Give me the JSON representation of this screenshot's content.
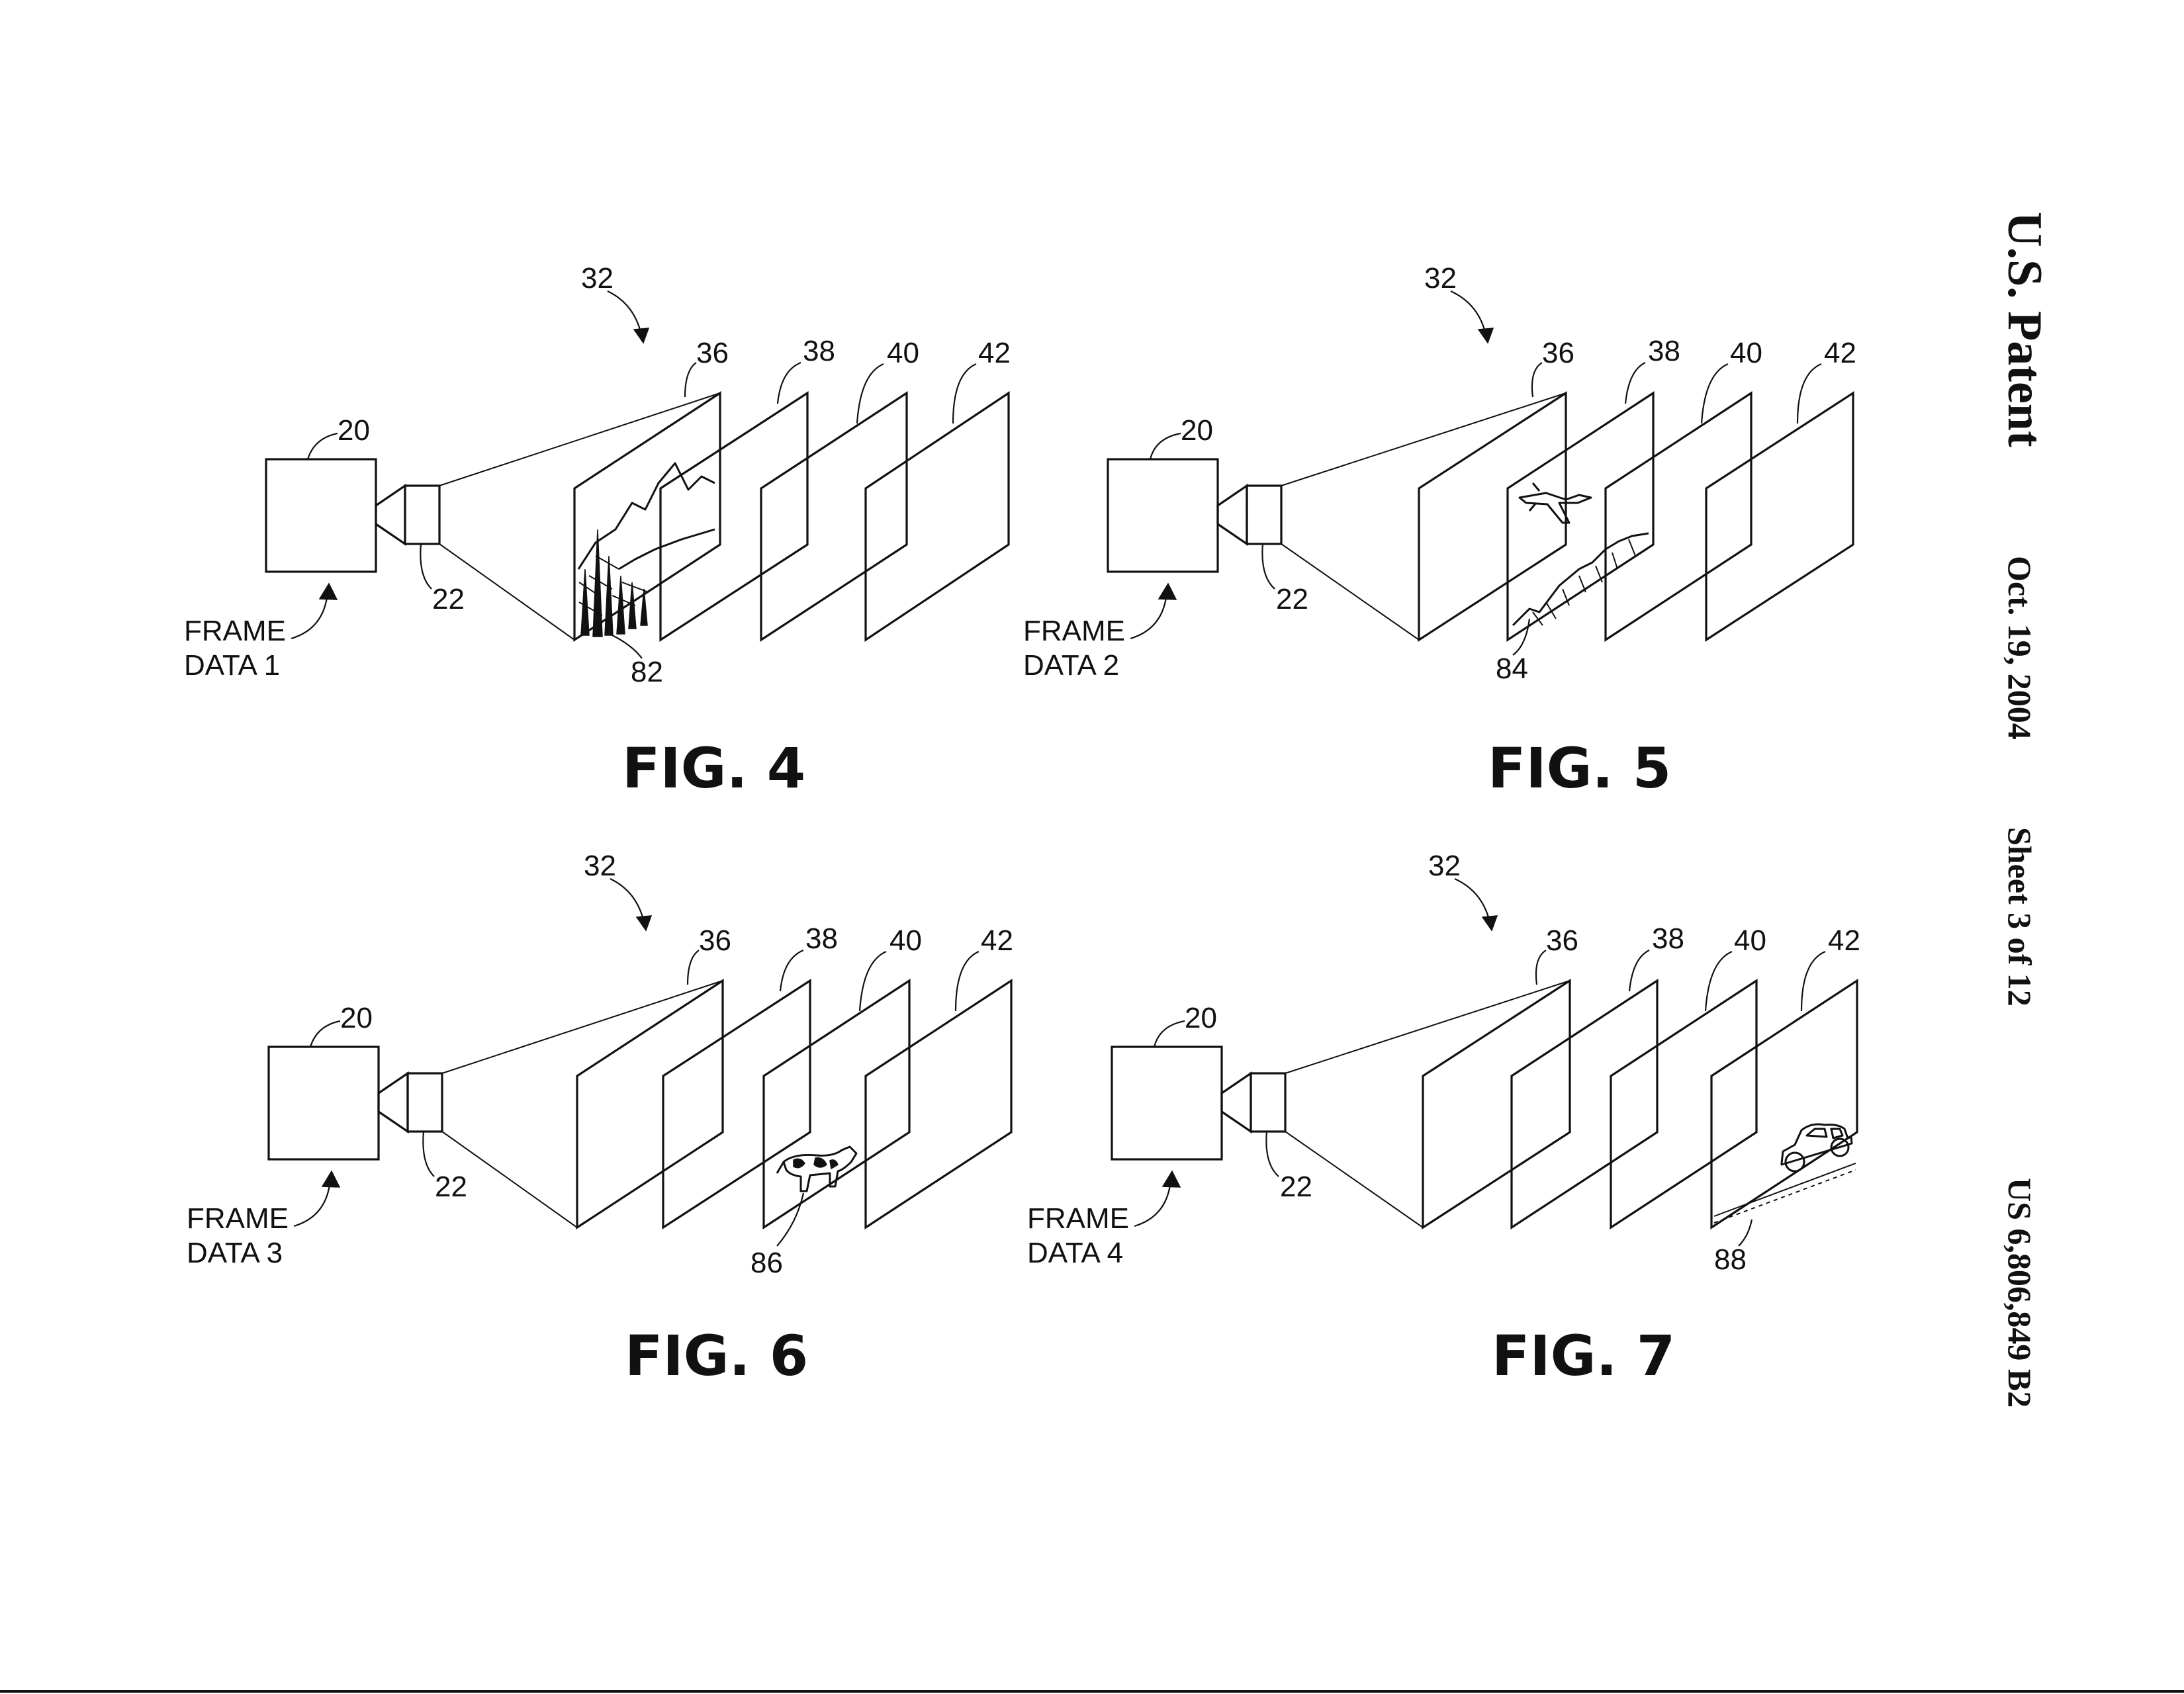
{
  "header": {
    "title": "U.S. Patent",
    "date": "Oct. 19, 2004",
    "sheet": "Sheet 3 of 12",
    "patent_number": "US 6,806,849 B2"
  },
  "figures": [
    {
      "caption": "FIG. 4",
      "refs": {
        "system": "32",
        "projector": "20",
        "lens": "22",
        "screens": [
          "36",
          "38",
          "40",
          "42"
        ],
        "image": "82"
      },
      "frame_label": [
        "FRAME",
        "DATA 1"
      ],
      "image_subject": "forest-and-mountains",
      "image_screen_index": 0
    },
    {
      "caption": "FIG. 5",
      "refs": {
        "system": "32",
        "projector": "20",
        "lens": "22",
        "screens": [
          "36",
          "38",
          "40",
          "42"
        ],
        "image": "84"
      },
      "frame_label": [
        "FRAME",
        "DATA 2"
      ],
      "image_subject": "airplane-over-mountain",
      "image_screen_index": 1
    },
    {
      "caption": "FIG. 6",
      "refs": {
        "system": "32",
        "projector": "20",
        "lens": "22",
        "screens": [
          "36",
          "38",
          "40",
          "42"
        ],
        "image": "86"
      },
      "frame_label": [
        "FRAME",
        "DATA 3"
      ],
      "image_subject": "cow",
      "image_screen_index": 2
    },
    {
      "caption": "FIG. 7",
      "refs": {
        "system": "32",
        "projector": "20",
        "lens": "22",
        "screens": [
          "36",
          "38",
          "40",
          "42"
        ],
        "image": "88"
      },
      "frame_label": [
        "FRAME",
        "DATA 4"
      ],
      "image_subject": "car-on-road",
      "image_screen_index": 3
    }
  ]
}
